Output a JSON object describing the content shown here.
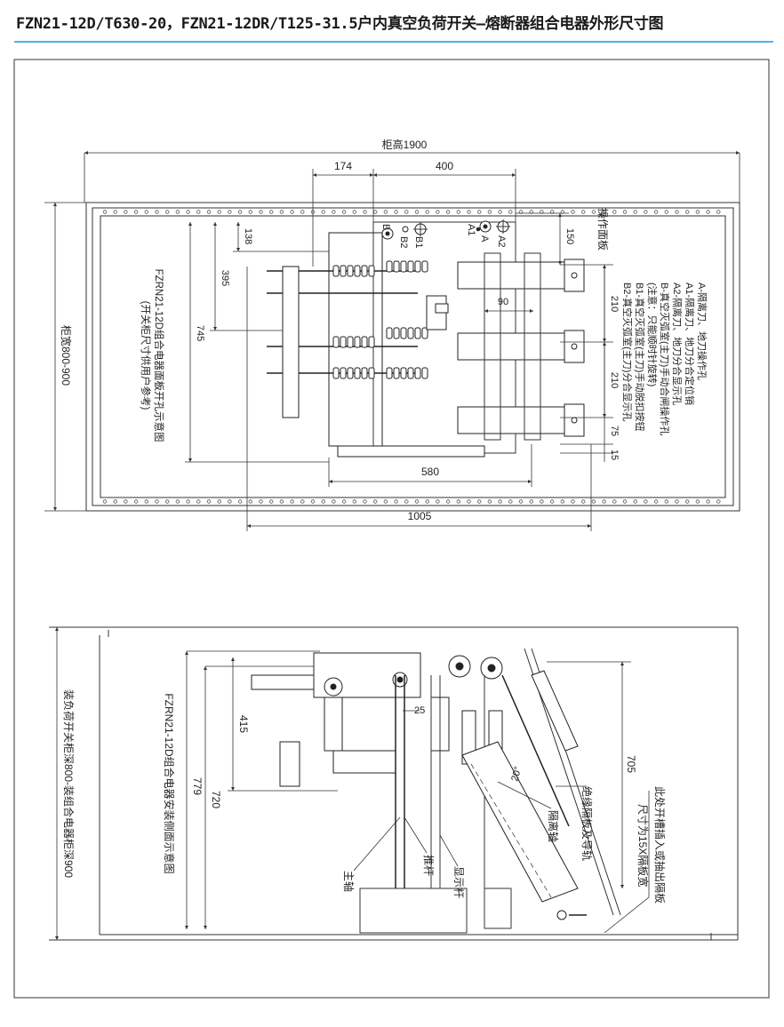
{
  "title": "FZN21-12D/T630-20，FZN21-12DR/T125-31.5户内真空负荷开关—熔断器组合电器外形尺寸图",
  "accent_color": "#4db3ef",
  "front_view": {
    "caption_line1": "FZRN21-12D组合电器面板开孔示意图",
    "caption_line2": "(开关柜尺寸供用户参考)",
    "cabinet_height": "柜高1900",
    "cabinet_width": "柜宽800-900",
    "panel_label": "操作面板",
    "dims": {
      "d174": "174",
      "d400": "400",
      "d138": "138",
      "d395": "395",
      "d745": "745",
      "d150": "150",
      "d90": "90",
      "d210a": "210",
      "d210b": "210",
      "d75": "75",
      "d15": "15",
      "d580": "580",
      "d1005": "1005"
    },
    "hole_labels": {
      "B": "B",
      "B2": "B2",
      "B1": "B1",
      "A1": "A1",
      "A": "A",
      "A2": "A2"
    },
    "legend": [
      "A-隔离刀、地刀操作孔",
      "A1-隔离刀、地刀分合定位销",
      "A2-隔离刀、地刀分合显示孔",
      "B-真空灭弧室(主刀)手动合闸操作孔",
      "(注意：只能顺时针旋转)",
      "B1-真空灭弧室(主刀)手动脱扣按钮",
      "B2-真空灭弧室(主刀)分合显示孔"
    ]
  },
  "side_view": {
    "caption": "FZRN21-12D组合电器安装侧面示意图",
    "cabinet_depth": "装负荷开关柜深800-装组合电器柜深900",
    "dims": {
      "d779": "779",
      "d720": "720",
      "d415": "415",
      "d25": "25",
      "d705": "705",
      "angle": "20°"
    },
    "labels": {
      "main_shaft": "主轴",
      "push_rod": "推杆",
      "indicator_rod": "显示杆",
      "isolation_shaft": "隔离轴",
      "insulating_barrier": "绝缘隔板及导轨",
      "slot_note_line1": "此处开槽插入或抽出隔板",
      "slot_note_line2": "尺寸为15X隔板宽"
    }
  }
}
